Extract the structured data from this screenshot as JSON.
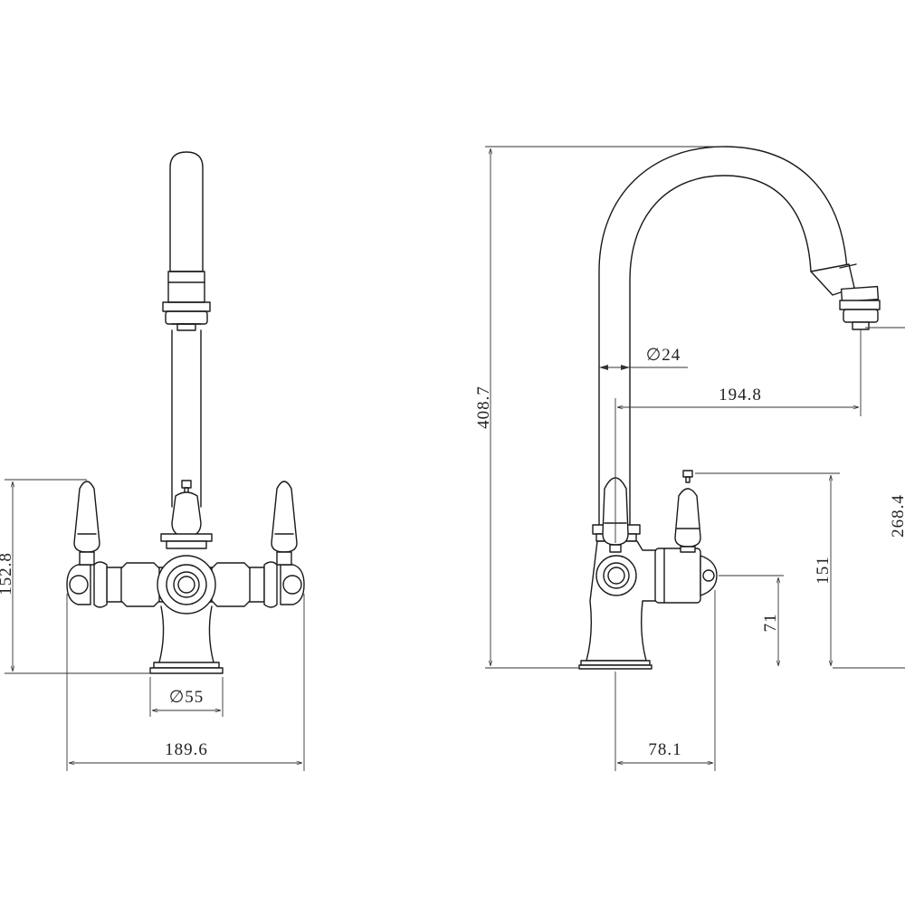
{
  "drawing": {
    "front_view": {
      "dim_height": "152.8",
      "dim_base_diameter": "∅55",
      "dim_width": "189.6"
    },
    "side_view": {
      "dim_total_height": "408.7",
      "dim_pipe_diameter": "∅24",
      "dim_reach": "194.8",
      "dim_spout_height": "268.4",
      "dim_handle_height": "151",
      "dim_body_height": "71",
      "dim_depth": "78.1"
    }
  }
}
